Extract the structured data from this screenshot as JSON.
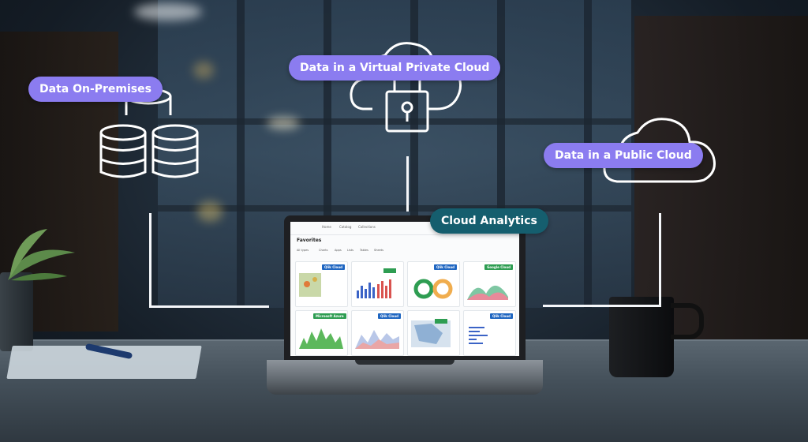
{
  "labels": {
    "on_premises": "Data On-Premises",
    "virtual_private_cloud": "Data in a Virtual Private Cloud",
    "public_cloud": "Data in a Public Cloud",
    "cloud_analytics": "Cloud Analytics"
  },
  "colors": {
    "pill_purple": "#8b7cf0",
    "pill_teal": "#155e6e",
    "line_white": "#f5f7fa"
  },
  "icons": {
    "on_premises": "database-stack-icon",
    "virtual_private_cloud": "cloud-padlock-icon",
    "public_cloud": "cloud-icon"
  },
  "laptop": {
    "page_title": "Favorites",
    "nav_items": [
      "Home",
      "Catalog",
      "Collections"
    ],
    "filter_items": [
      "All types",
      "Charts",
      "Apps",
      "Lists",
      "Tables",
      "Sheets"
    ],
    "card_badges": [
      "Qlik Cloud",
      "Qlik Cloud",
      "Google Cloud",
      "Microsoft Azure",
      "Qlik Cloud",
      "Qlik Cloud"
    ]
  }
}
